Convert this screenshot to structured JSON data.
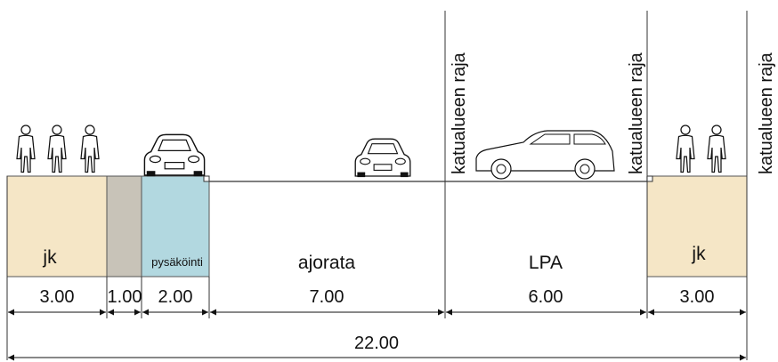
{
  "zones": [
    {
      "label": "jk",
      "width_m": "3.00",
      "fill": "#f5e6c6"
    },
    {
      "label": "",
      "width_m": "1.00",
      "fill": "#c8c3b8"
    },
    {
      "label": "pysäköinti",
      "width_m": "2.00",
      "fill": "#b2d8e0"
    },
    {
      "label": "ajorata",
      "width_m": "7.00",
      "fill": "#ffffff"
    },
    {
      "label": "LPA",
      "width_m": "6.00",
      "fill": "#ffffff"
    },
    {
      "label": "jk",
      "width_m": "3.00",
      "fill": "#f5e6c6"
    }
  ],
  "boundary_labels": [
    "katualueen raja",
    "katualueen raja",
    "katualueen raja"
  ],
  "total_width": "22.00",
  "icons": [
    "pedestrian-icon",
    "pedestrian-icon",
    "pedestrian-icon",
    "car-front-icon",
    "car-front-icon",
    "station-wagon-icon",
    "pedestrian-icon",
    "pedestrian-icon"
  ]
}
